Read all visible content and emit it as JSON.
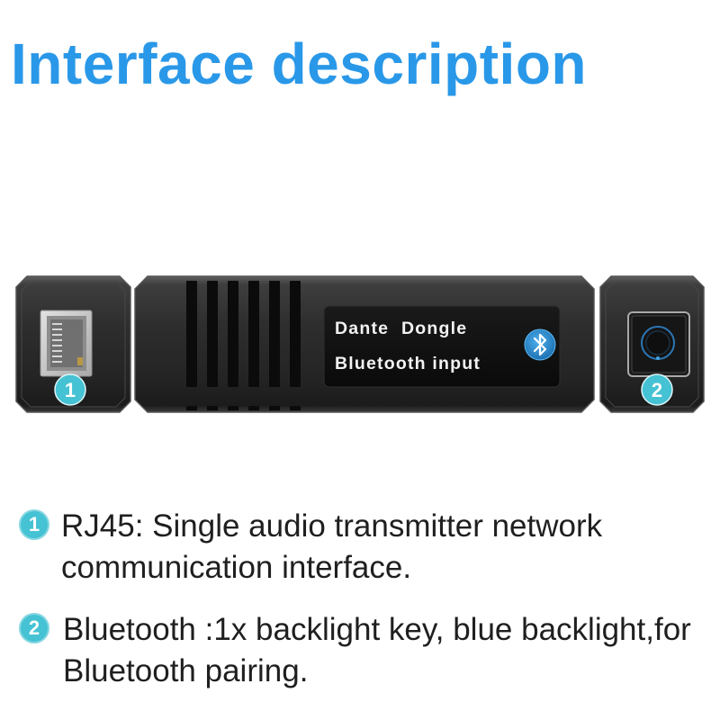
{
  "title": "Interface description",
  "colors": {
    "title": "#2a98e8",
    "badge": "#45c2d3",
    "accent_blue": "#3fa4e2",
    "body_text": "#1f1f1f",
    "device_body": "#2a2a2a"
  },
  "icons": {
    "port": "rj45-port-icon",
    "bluetooth": "bluetooth-icon",
    "key": "backlight-key-icon"
  },
  "device": {
    "label_brand": "Dante",
    "label_product": "Dongle",
    "label_function": "Bluetooth input",
    "callout_left": "1",
    "callout_right": "2"
  },
  "descriptions": [
    {
      "badge": "1",
      "lines": [
        "RJ45: Single audio transmitter network",
        "communication interface."
      ]
    },
    {
      "badge": "2",
      "lines": [
        "Bluetooth :1x backlight key, blue backlight,for",
        "Bluetooth pairing."
      ]
    }
  ]
}
